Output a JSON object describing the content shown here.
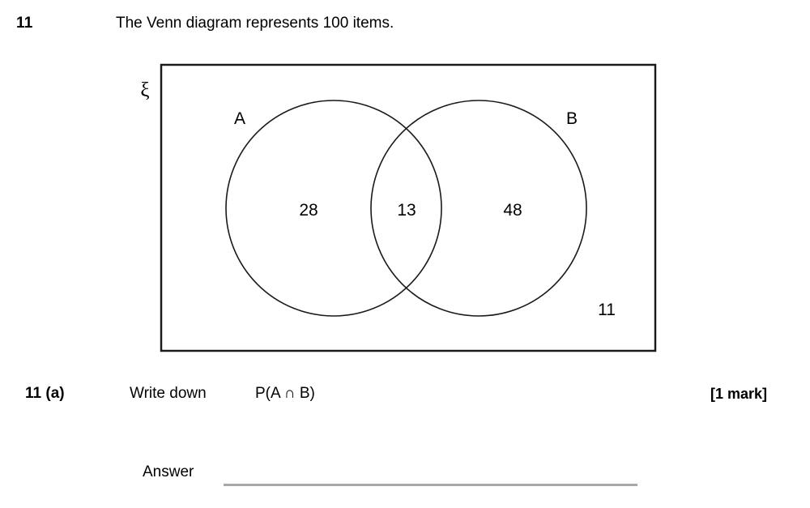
{
  "question": {
    "number": "11",
    "stem": "The Venn diagram represents 100 items."
  },
  "venn": {
    "universal_symbol": "ξ",
    "set_a_label": "A",
    "set_b_label": "B",
    "region_a_only": "28",
    "region_intersection": "13",
    "region_b_only": "48",
    "region_outside": "11",
    "border_color": "#1a1a1a",
    "circle_color": "#1a1a1a"
  },
  "part_a": {
    "number": "11  (a)",
    "prompt": "Write down",
    "expression": "P(A ∩ B)",
    "marks": "[1 mark]",
    "answer_label": "Answer"
  },
  "chart_data": {
    "type": "venn",
    "title": "The Venn diagram represents 100 items.",
    "total": 100,
    "sets": [
      "A",
      "B"
    ],
    "regions": [
      {
        "label": "A only",
        "value": 28
      },
      {
        "label": "A ∩ B",
        "value": 13
      },
      {
        "label": "B only",
        "value": 48
      },
      {
        "label": "outside (ξ)",
        "value": 11
      }
    ]
  }
}
